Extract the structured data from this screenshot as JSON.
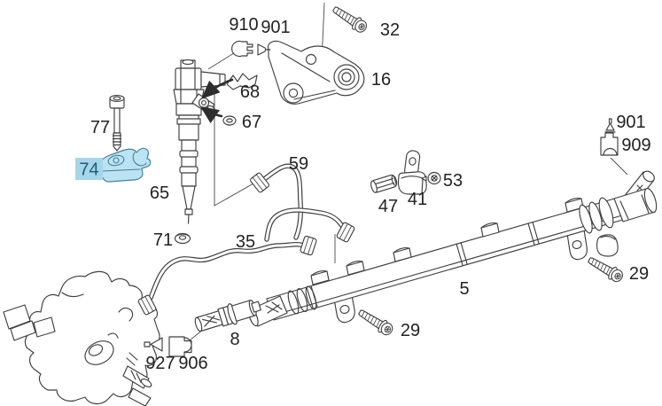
{
  "diagram": {
    "type": "exploded-parts-diagram",
    "subject": "fuel injection system (injector, fuel rail, high-pressure pump, lines)",
    "background_color": "#ffffff",
    "line_color": "#3f3f3f",
    "label_color": "#222222",
    "highlight": {
      "part_fill": "#bce3f3",
      "part_stroke": "#49809c",
      "badge_bg": "#a7d5e9",
      "badge_text_color": "#185e7e"
    },
    "labels": [
      {
        "part": "910",
        "text": "910",
        "highlighted": false
      },
      {
        "part": "901-top",
        "text": "901",
        "highlighted": false
      },
      {
        "part": "32",
        "text": "32",
        "highlighted": false
      },
      {
        "part": "16",
        "text": "16",
        "highlighted": false
      },
      {
        "part": "68",
        "text": "68",
        "highlighted": false
      },
      {
        "part": "67",
        "text": "67",
        "highlighted": false
      },
      {
        "part": "77",
        "text": "77",
        "highlighted": false
      },
      {
        "part": "74",
        "text": "74",
        "highlighted": true
      },
      {
        "part": "65",
        "text": "65",
        "highlighted": false
      },
      {
        "part": "59",
        "text": "59",
        "highlighted": false
      },
      {
        "part": "47",
        "text": "47",
        "highlighted": false
      },
      {
        "part": "41",
        "text": "41",
        "highlighted": false
      },
      {
        "part": "53",
        "text": "53",
        "highlighted": false
      },
      {
        "part": "901-right",
        "text": "901",
        "highlighted": false
      },
      {
        "part": "909",
        "text": "909",
        "highlighted": false
      },
      {
        "part": "71",
        "text": "71",
        "highlighted": false
      },
      {
        "part": "35",
        "text": "35",
        "highlighted": false
      },
      {
        "part": "5",
        "text": "5",
        "highlighted": false
      },
      {
        "part": "29-left",
        "text": "29",
        "highlighted": false
      },
      {
        "part": "29-right",
        "text": "29",
        "highlighted": false
      },
      {
        "part": "8",
        "text": "8",
        "highlighted": false
      },
      {
        "part": "927",
        "text": "927",
        "highlighted": false
      },
      {
        "part": "906",
        "text": "906",
        "highlighted": false
      }
    ]
  }
}
